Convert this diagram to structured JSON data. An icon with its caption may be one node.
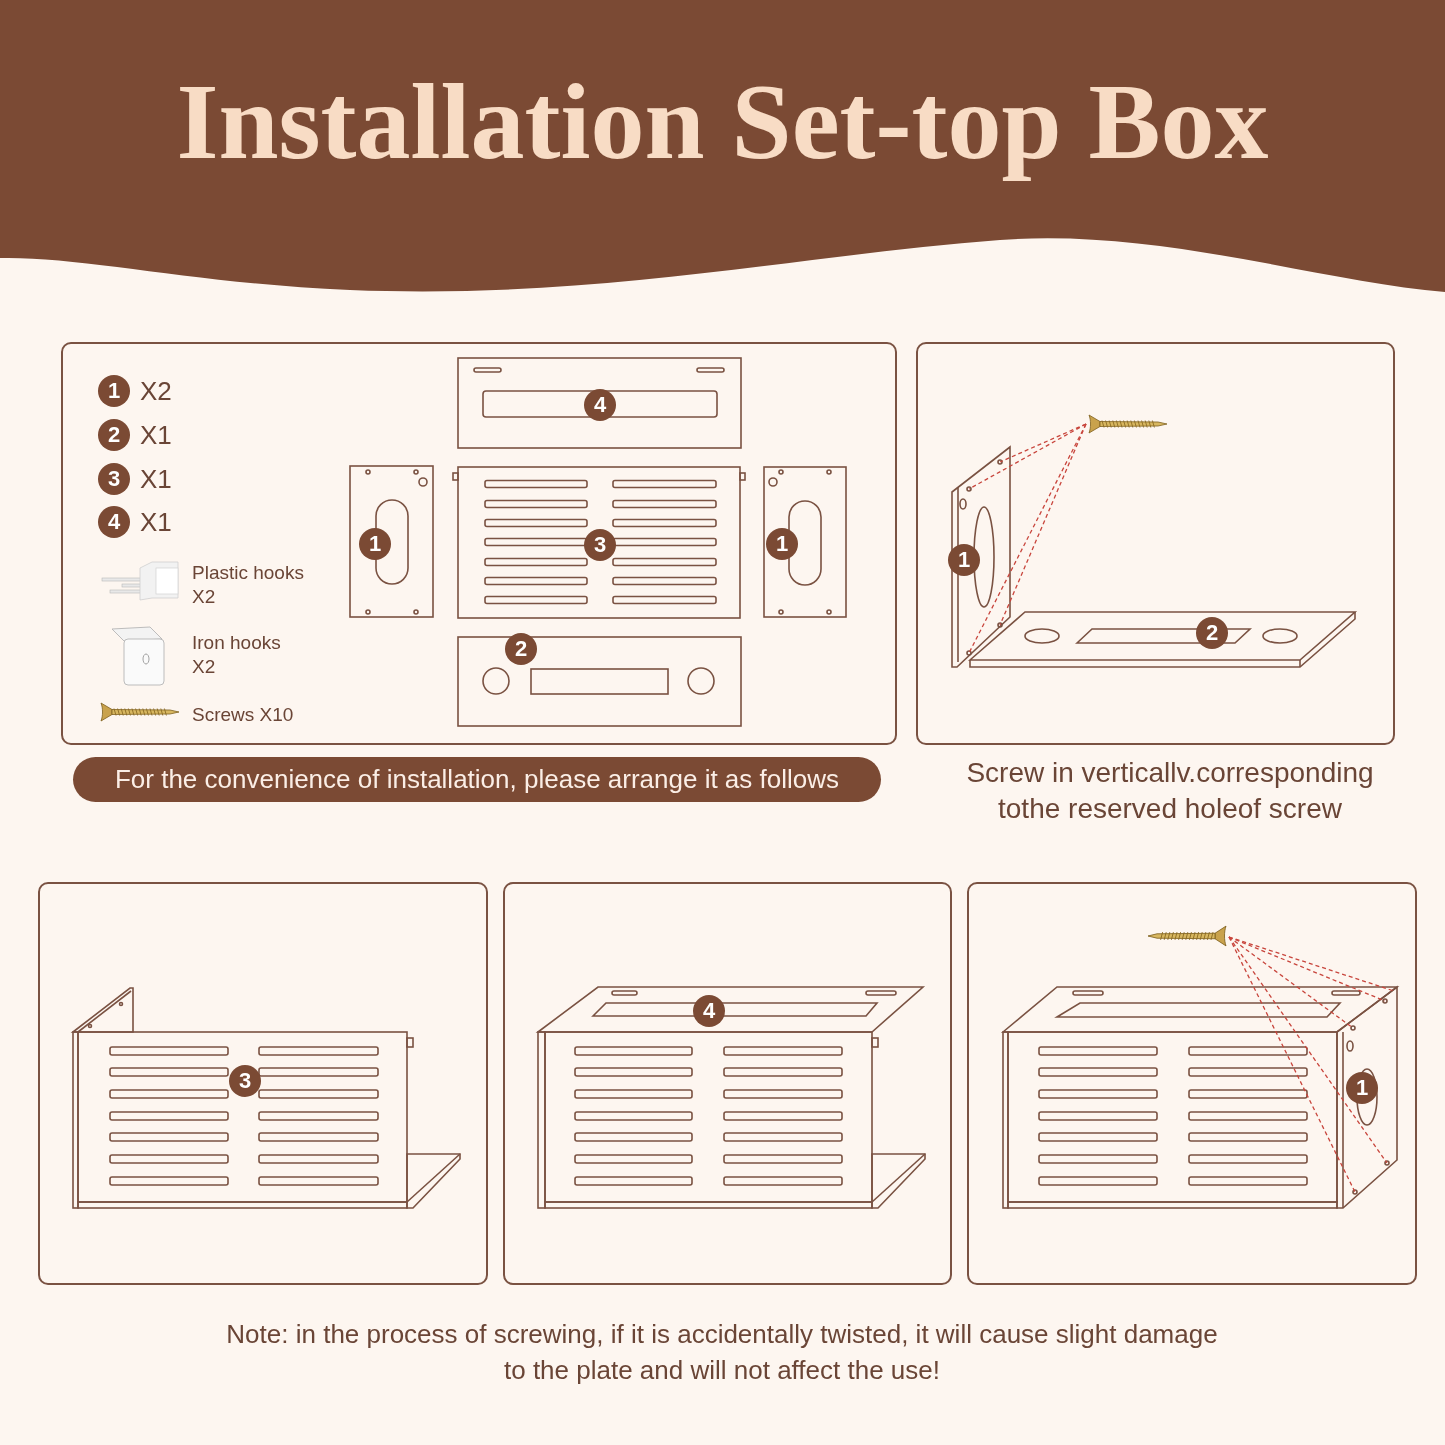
{
  "diagram": {
    "title": "Installation Set-top Box",
    "nodes": [
      {
        "text": [],
        "shape": "box"
      },
      {
        "text": [
          "1"
        ],
        "in": 0,
        "beside": [
          "X2"
        ]
      },
      {
        "text": [
          "2"
        ],
        "in": 0,
        "beside": [
          "X1"
        ]
      },
      {
        "text": [
          "3"
        ],
        "in": 0,
        "beside": [
          "X1"
        ]
      },
      {
        "text": [
          "4"
        ],
        "in": 0,
        "beside": [
          "X1"
        ]
      },
      {
        "text": [
          "4"
        ],
        "in": 0
      },
      {
        "text": [
          "1"
        ],
        "in": 0
      },
      {
        "text": [
          "3"
        ],
        "in": 0
      },
      {
        "text": [
          "1"
        ],
        "in": 0
      },
      {
        "text": [
          "2"
        ],
        "in": 0
      },
      {
        "text": [],
        "shape": "box",
        "beside": [
          "Screw in verticallv.corresponding tothe reserved holeof screw"
        ]
      },
      {
        "text": [
          "1"
        ],
        "in": 10
      },
      {
        "text": [
          "2"
        ],
        "in": 10
      },
      {
        "text": [
          "For the convenience of installation, please arrange it as follows"
        ]
      },
      {
        "text": [],
        "shape": "box"
      },
      {
        "text": [
          "3"
        ],
        "in": 14
      },
      {
        "text": [],
        "shape": "box"
      },
      {
        "text": [
          "4"
        ],
        "in": 16
      },
      {
        "text": [],
        "shape": "box"
      },
      {
        "text": [
          "1"
        ],
        "in": 18
      }
    ],
    "labels": [
      "Plastic hooks X2",
      "Iron hooks X2",
      "Screws X10",
      "Note: in the process of screwing, if it is accidentally twisted, it will cause slight damage to the plate and will not affect the use!"
    ]
  }
}
